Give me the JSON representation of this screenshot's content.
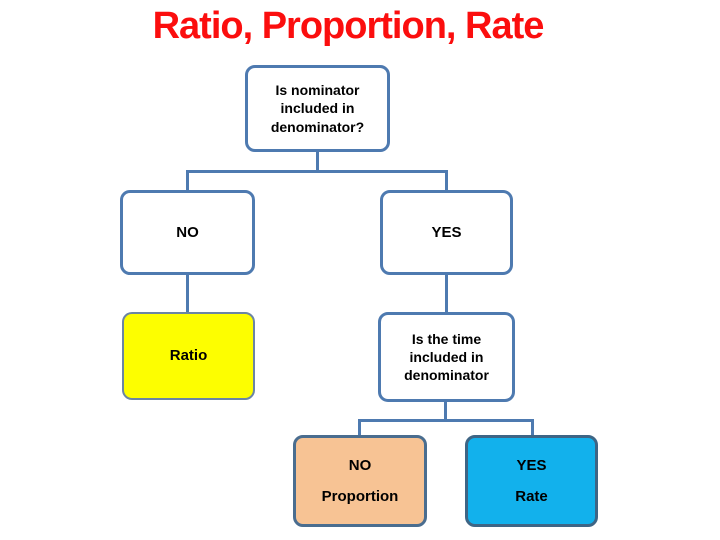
{
  "slide": {
    "title": "Ratio, Proportion, Rate"
  },
  "flowchart": {
    "root_question": "Is nominator\nincluded in\ndenominator?",
    "branch_no": {
      "label": "NO",
      "result": "Ratio"
    },
    "branch_yes": {
      "label": "YES",
      "question": "Is the time\nincluded in\ndenominator"
    },
    "time_no": {
      "label": "NO",
      "result": "Proportion"
    },
    "time_yes": {
      "label": "YES",
      "result": "Rate"
    }
  },
  "colors": {
    "title_red": "#fb0e0e",
    "connector_blue": "#4e7ab0",
    "question_node_fill": "#ffffff",
    "question_node_border": "#4e7ab0",
    "ratio_fill_yellow": "#fdfe00",
    "proportion_fill_peach": "#f7c394",
    "rate_fill_cyan": "#12b1ec",
    "terminal_border_slate": "#4a6d8f",
    "text_black": "#000000"
  }
}
